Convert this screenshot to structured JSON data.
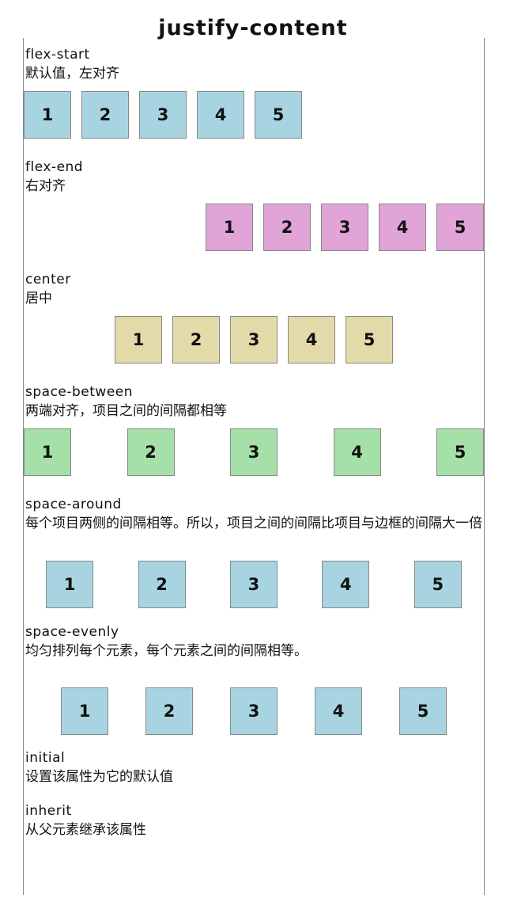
{
  "title": "justify-content",
  "sections": [
    {
      "label": "flex-start",
      "desc": "默认值，左对齐",
      "color": "#a8d4e2",
      "items": [
        "1",
        "2",
        "3",
        "4",
        "5"
      ]
    },
    {
      "label": "flex-end",
      "desc": "右对齐",
      "color": "#e0a4d6",
      "items": [
        "1",
        "2",
        "3",
        "4",
        "5"
      ]
    },
    {
      "label": "center",
      "desc": "居中",
      "color": "#e2daa8",
      "items": [
        "1",
        "2",
        "3",
        "4",
        "5"
      ]
    },
    {
      "label": "space-between",
      "desc": "两端对齐，项目之间的间隔都相等",
      "color": "#a4e0a8",
      "items": [
        "1",
        "2",
        "3",
        "4",
        "5"
      ]
    },
    {
      "label": "space-around",
      "desc": "每个项目两侧的间隔相等。所以，项目之间的间隔比项目与边框的间隔大一倍",
      "color": "#a8d4e2",
      "items": [
        "1",
        "2",
        "3",
        "4",
        "5"
      ]
    },
    {
      "label": "space-evenly",
      "desc": "均匀排列每个元素，每个元素之间的间隔相等。",
      "color": "#a8d4e2",
      "items": [
        "1",
        "2",
        "3",
        "4",
        "5"
      ]
    },
    {
      "label": "initial",
      "desc": "设置该属性为它的默认值"
    },
    {
      "label": "inherit",
      "desc": "从父元素继承该属性"
    }
  ]
}
